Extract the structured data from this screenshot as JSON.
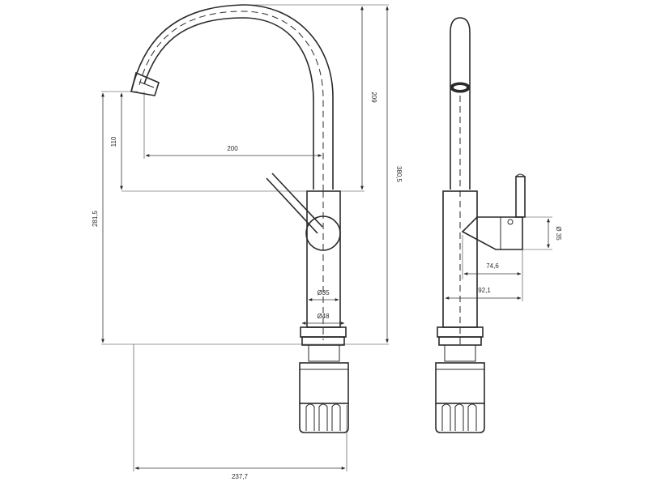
{
  "drawing": {
    "dimensions": {
      "spout_height_209": "209",
      "outlet_height_110": "110",
      "spout_reach_200": "200",
      "overall_height_380": "380,5",
      "body_height_281": "281,5",
      "body_diameter_35": "Ø35",
      "base_diameter_48": "Ø48",
      "total_reach_237": "237,7",
      "lever_diameter_35": "Ø 35",
      "lever_depth_74": "74,6",
      "lever_depth_92": "92,1"
    },
    "colors": {
      "line": "#2a2a2a",
      "background": "#ffffff"
    }
  }
}
